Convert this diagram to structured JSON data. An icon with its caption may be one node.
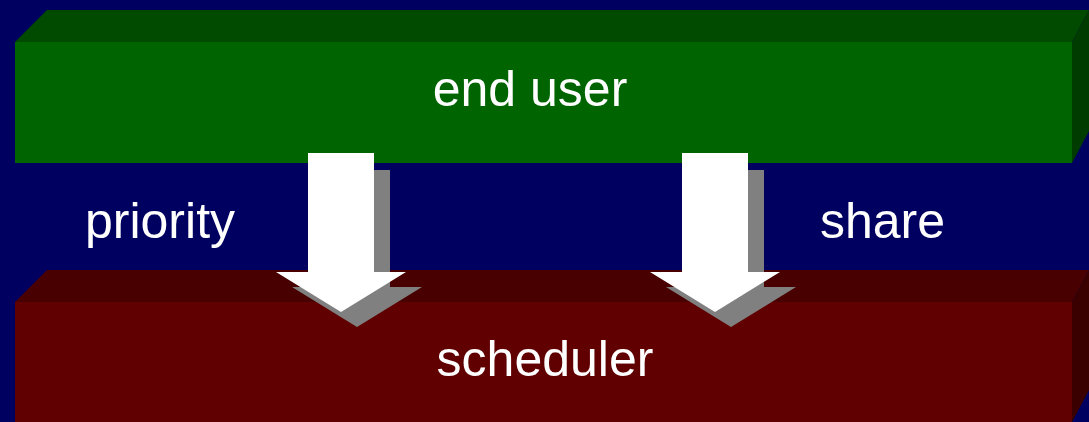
{
  "diagram": {
    "nodes": [
      {
        "text": [
          "end user"
        ]
      },
      {
        "text": [
          "scheduler"
        ]
      }
    ],
    "edges": [
      {
        "from": 0,
        "to": 1,
        "arrow": "to",
        "label": "priority"
      },
      {
        "from": 0,
        "to": 1,
        "arrow": "to",
        "label": "share"
      }
    ]
  }
}
